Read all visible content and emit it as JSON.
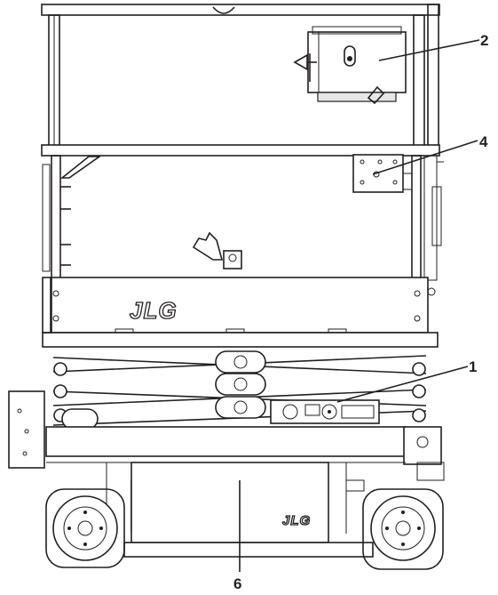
{
  "figure": {
    "brand_logo": "JLG",
    "callouts": [
      {
        "id": "callout-2",
        "label": "2"
      },
      {
        "id": "callout-4",
        "label": "4"
      },
      {
        "id": "callout-1",
        "label": "1"
      },
      {
        "id": "callout-6",
        "label": "6"
      }
    ]
  }
}
